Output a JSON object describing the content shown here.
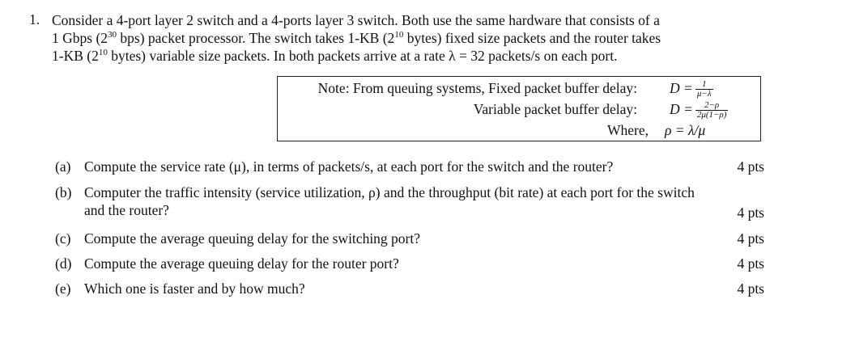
{
  "question": {
    "number": "1.",
    "lines": [
      "Consider a 4-port layer 2 switch and a 4-ports layer 3 switch.  Both use the same hardware that consists of a",
      "1 Gbps (2",
      "30",
      " bps) packet processor.  The switch takes 1-KB (2",
      "10",
      " bytes) fixed size packets and the router takes",
      "1-KB (2",
      "10",
      " bytes) variable size packets. In both packets arrive at a rate λ = 32 packets/s on each port."
    ]
  },
  "note": {
    "row1_label": "Note: From queuing systems, Fixed packet buffer delay:",
    "row1_lhs": "D =",
    "row1_num": "1",
    "row1_den": "μ−λ",
    "row2_label": "Variable packet buffer delay:",
    "row2_lhs": "D =",
    "row2_num": "2−ρ",
    "row2_den": "2μ(1−ρ)",
    "row3_label": "Where,",
    "row3_expr": "ρ = λ/μ"
  },
  "parts": [
    {
      "letter": "(a)",
      "text": "Compute the service rate (μ), in terms of packets/s, at each port for the switch and the router?",
      "points": "4 pts"
    },
    {
      "letter": "(b)",
      "text": "Computer the traffic intensity (service utilization, ρ) and the throughput (bit rate) at each port for the switch",
      "text2": "and the router?",
      "points": "4 pts"
    },
    {
      "letter": "(c)",
      "text": "Compute the average queuing delay for the switching port?",
      "points": "4 pts"
    },
    {
      "letter": "(d)",
      "text": "Compute the average queuing delay for the router port?",
      "points": "4 pts"
    },
    {
      "letter": "(e)",
      "text": "Which one is faster and by how much?",
      "points": "4 pts"
    }
  ]
}
